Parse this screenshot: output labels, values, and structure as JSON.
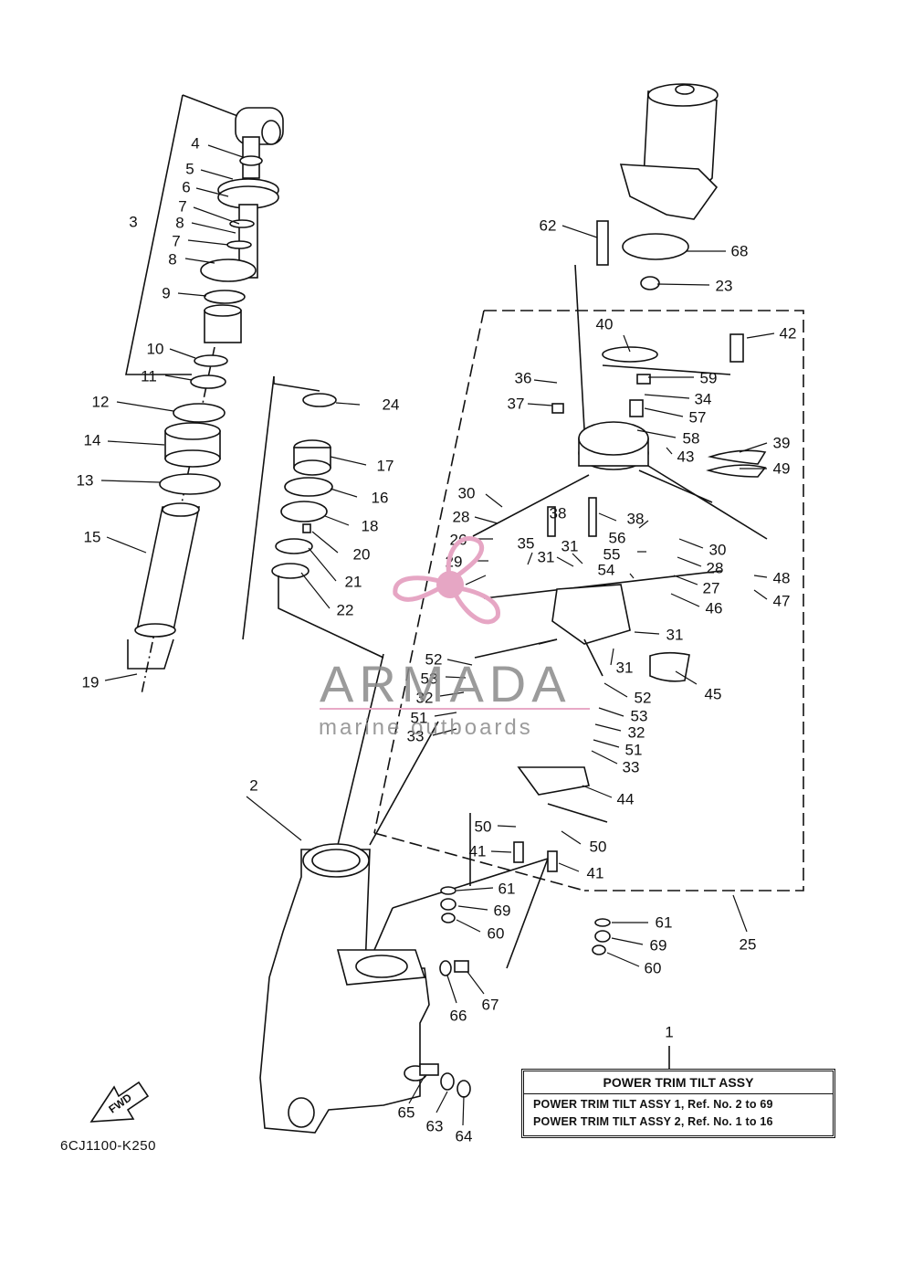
{
  "diagram": {
    "drawing_code": "6CJ1100-K250",
    "fwd_label": "FWD",
    "title_box": {
      "heading": "POWER TRIM TILT ASSY",
      "line1": "POWER TRIM TILT ASSY 1,  Ref. No. 2 to 69",
      "line2": "POWER TRIM TILT ASSY 2,  Ref. No. 1 to 16"
    },
    "watermark": {
      "brand": "ARMADA",
      "tagline": "marine outboards",
      "accent_color": "#e8a9c6"
    },
    "callouts": [
      "1",
      "2",
      "3",
      "4",
      "5",
      "6",
      "7",
      "8",
      "7",
      "8",
      "9",
      "10",
      "11",
      "12",
      "14",
      "13",
      "15",
      "19",
      "24",
      "17",
      "16",
      "18",
      "20",
      "21",
      "22",
      "62",
      "68",
      "23",
      "40",
      "42",
      "36",
      "37",
      "59",
      "34",
      "57",
      "58",
      "43",
      "39",
      "49",
      "30",
      "28",
      "26",
      "29",
      "46",
      "35",
      "31",
      "31",
      "38",
      "38",
      "56",
      "55",
      "54",
      "30",
      "28",
      "27",
      "46",
      "48",
      "47",
      "31",
      "31",
      "52",
      "53",
      "32",
      "51",
      "33",
      "45",
      "52",
      "53",
      "32",
      "51",
      "33",
      "44",
      "50",
      "50",
      "41",
      "41",
      "61",
      "69",
      "60",
      "61",
      "69",
      "60",
      "25",
      "66",
      "67",
      "65",
      "63",
      "64"
    ]
  }
}
